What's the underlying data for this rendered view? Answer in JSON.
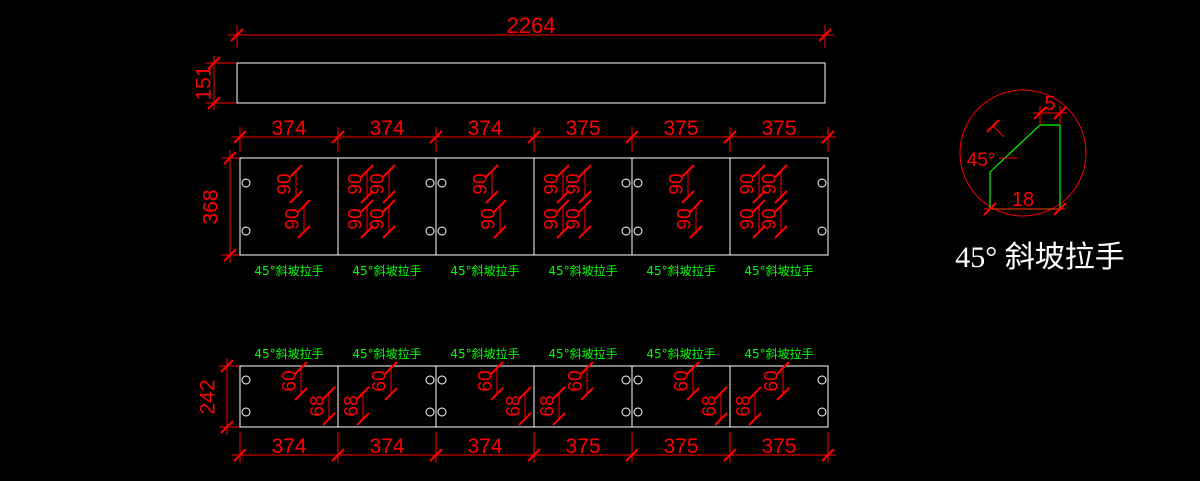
{
  "colors": {
    "background": "#000000",
    "dimension": "#ff0000",
    "outline": "#ffffff",
    "label": "#00ff00"
  },
  "overall": {
    "width_label": "2264",
    "height_label": "151"
  },
  "top_panels": {
    "height_label": "368",
    "width_labels": [
      "374",
      "374",
      "374",
      "375",
      "375",
      "375"
    ],
    "handle_labels": [
      "45°斜坡拉手",
      "45°斜坡拉手",
      "45°斜坡拉手",
      "45°斜坡拉手",
      "45°斜坡拉手",
      "45°斜坡拉手"
    ],
    "panels": [
      {
        "dims": [
          "90",
          "90"
        ]
      },
      {
        "dims": [
          "90",
          "90",
          "90",
          "90"
        ]
      },
      {
        "dims": [
          "90",
          "90"
        ]
      },
      {
        "dims": [
          "90",
          "90",
          "90",
          "90"
        ]
      },
      {
        "dims": [
          "90",
          "90"
        ]
      },
      {
        "dims": [
          "90",
          "90",
          "90",
          "90"
        ]
      }
    ]
  },
  "bottom_panels": {
    "height_label": "242",
    "width_labels": [
      "374",
      "374",
      "374",
      "375",
      "375",
      "375"
    ],
    "handle_labels": [
      "45°斜坡拉手",
      "45°斜坡拉手",
      "45°斜坡拉手",
      "45°斜坡拉手",
      "45°斜坡拉手",
      "45°斜坡拉手"
    ],
    "panels": [
      {
        "dims": [
          "60",
          "68"
        ]
      },
      {
        "dims": [
          "60",
          "68"
        ]
      },
      {
        "dims": [
          "60",
          "68"
        ]
      },
      {
        "dims": [
          "60",
          "68"
        ]
      },
      {
        "dims": [
          "60",
          "68"
        ]
      },
      {
        "dims": [
          "60",
          "68"
        ]
      }
    ]
  },
  "handle_detail": {
    "top_width_label": "5",
    "angle_label": "45°",
    "bottom_width_label": "18",
    "title": "45° 斜坡拉手"
  }
}
